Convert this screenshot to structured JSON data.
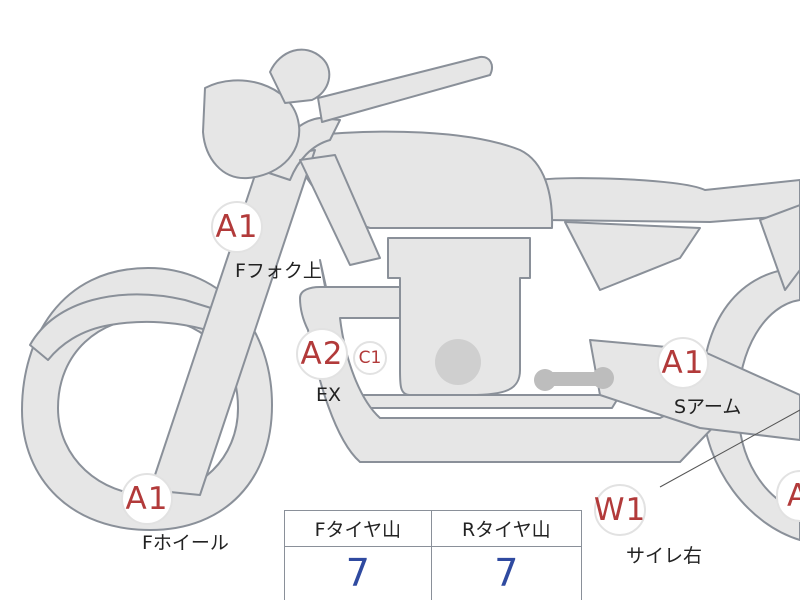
{
  "markers": {
    "fork_upper": {
      "code": "A1",
      "label": "Fフォク上"
    },
    "exhaust": {
      "code": "A2",
      "sub_code": "C1",
      "label": "EX"
    },
    "front_wheel": {
      "code": "A1",
      "label": "Fホイール"
    },
    "swing_arm": {
      "code": "A1",
      "label": "Sアーム"
    },
    "silencer_right": {
      "code": "W1",
      "label": "サイレ右"
    },
    "rear_partial": {
      "code": "A"
    }
  },
  "tire_table": {
    "headers": [
      "Fタイヤ山",
      "Rタイヤ山"
    ],
    "values": [
      "7",
      "7"
    ]
  },
  "colors": {
    "body_fill": "#e6e6e6",
    "outline": "#8a9099",
    "marker_text": "#b23a3a",
    "value_text": "#2f4aa0"
  }
}
